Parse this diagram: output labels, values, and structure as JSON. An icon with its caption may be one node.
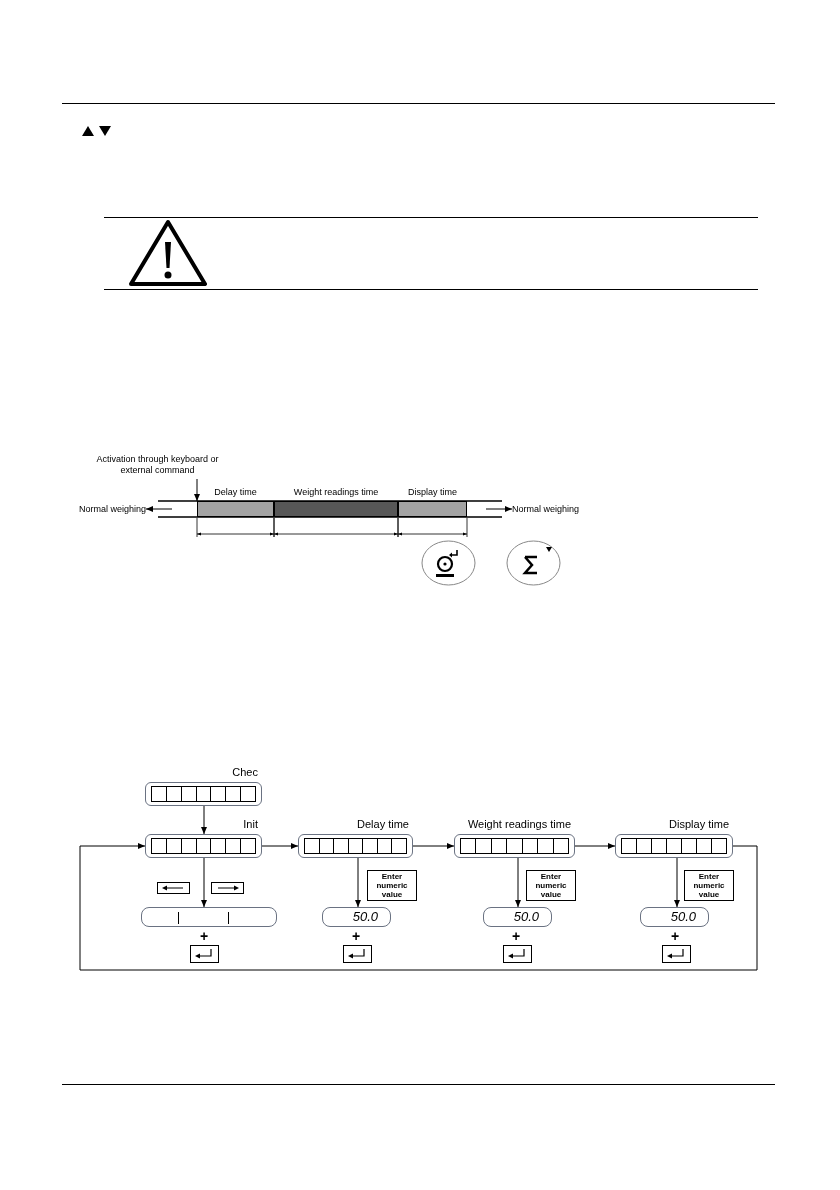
{
  "diagram": {
    "nodes": [
      {
        "text": [
          "Activation through keyboard or external command"
        ]
      },
      {
        "text": [
          "Normal weighing"
        ]
      },
      {
        "text": [
          "Delay time"
        ]
      },
      {
        "text": [
          "Weight readings time"
        ]
      },
      {
        "text": [
          "Display time"
        ]
      },
      {
        "text": [
          "Normal weighing"
        ]
      },
      {
        "text": [
          "Chec"
        ]
      },
      {
        "text": [
          "Init"
        ]
      },
      {
        "text": [
          "Delay time"
        ]
      },
      {
        "text": [
          "Weight readings time"
        ]
      },
      {
        "text": [
          "Display time"
        ]
      },
      {
        "text": [
          "Enter numeric value"
        ]
      },
      {
        "text": [
          "Enter numeric value"
        ]
      },
      {
        "text": [
          "Enter numeric value"
        ]
      },
      {
        "text": [],
        "shape": "box"
      },
      {
        "text": [
          "50.0"
        ]
      },
      {
        "text": [
          "50.0"
        ]
      },
      {
        "text": [
          "50.0"
        ]
      }
    ],
    "edges": [
      {
        "from": 0,
        "to": 2,
        "arrow": "to"
      },
      {
        "from": null,
        "to": 1,
        "arrow": "to"
      },
      {
        "from": null,
        "to": 5,
        "arrow": "to"
      },
      {
        "from": 6,
        "to": 7,
        "arrow": "to"
      },
      {
        "from": 7,
        "to": 8,
        "arrow": "to"
      },
      {
        "from": 8,
        "to": 9,
        "arrow": "to"
      },
      {
        "from": 9,
        "to": 10,
        "arrow": "to"
      },
      {
        "from": 10,
        "to": 7,
        "arrow": "to"
      },
      {
        "from": 7,
        "to": 14,
        "arrow": "to"
      },
      {
        "from": 8,
        "to": 15,
        "arrow": "to"
      },
      {
        "from": 9,
        "to": 16,
        "arrow": "to"
      },
      {
        "from": 10,
        "to": 17,
        "arrow": "to"
      }
    ],
    "labels": [
      "+",
      "+",
      "+",
      "+"
    ]
  }
}
